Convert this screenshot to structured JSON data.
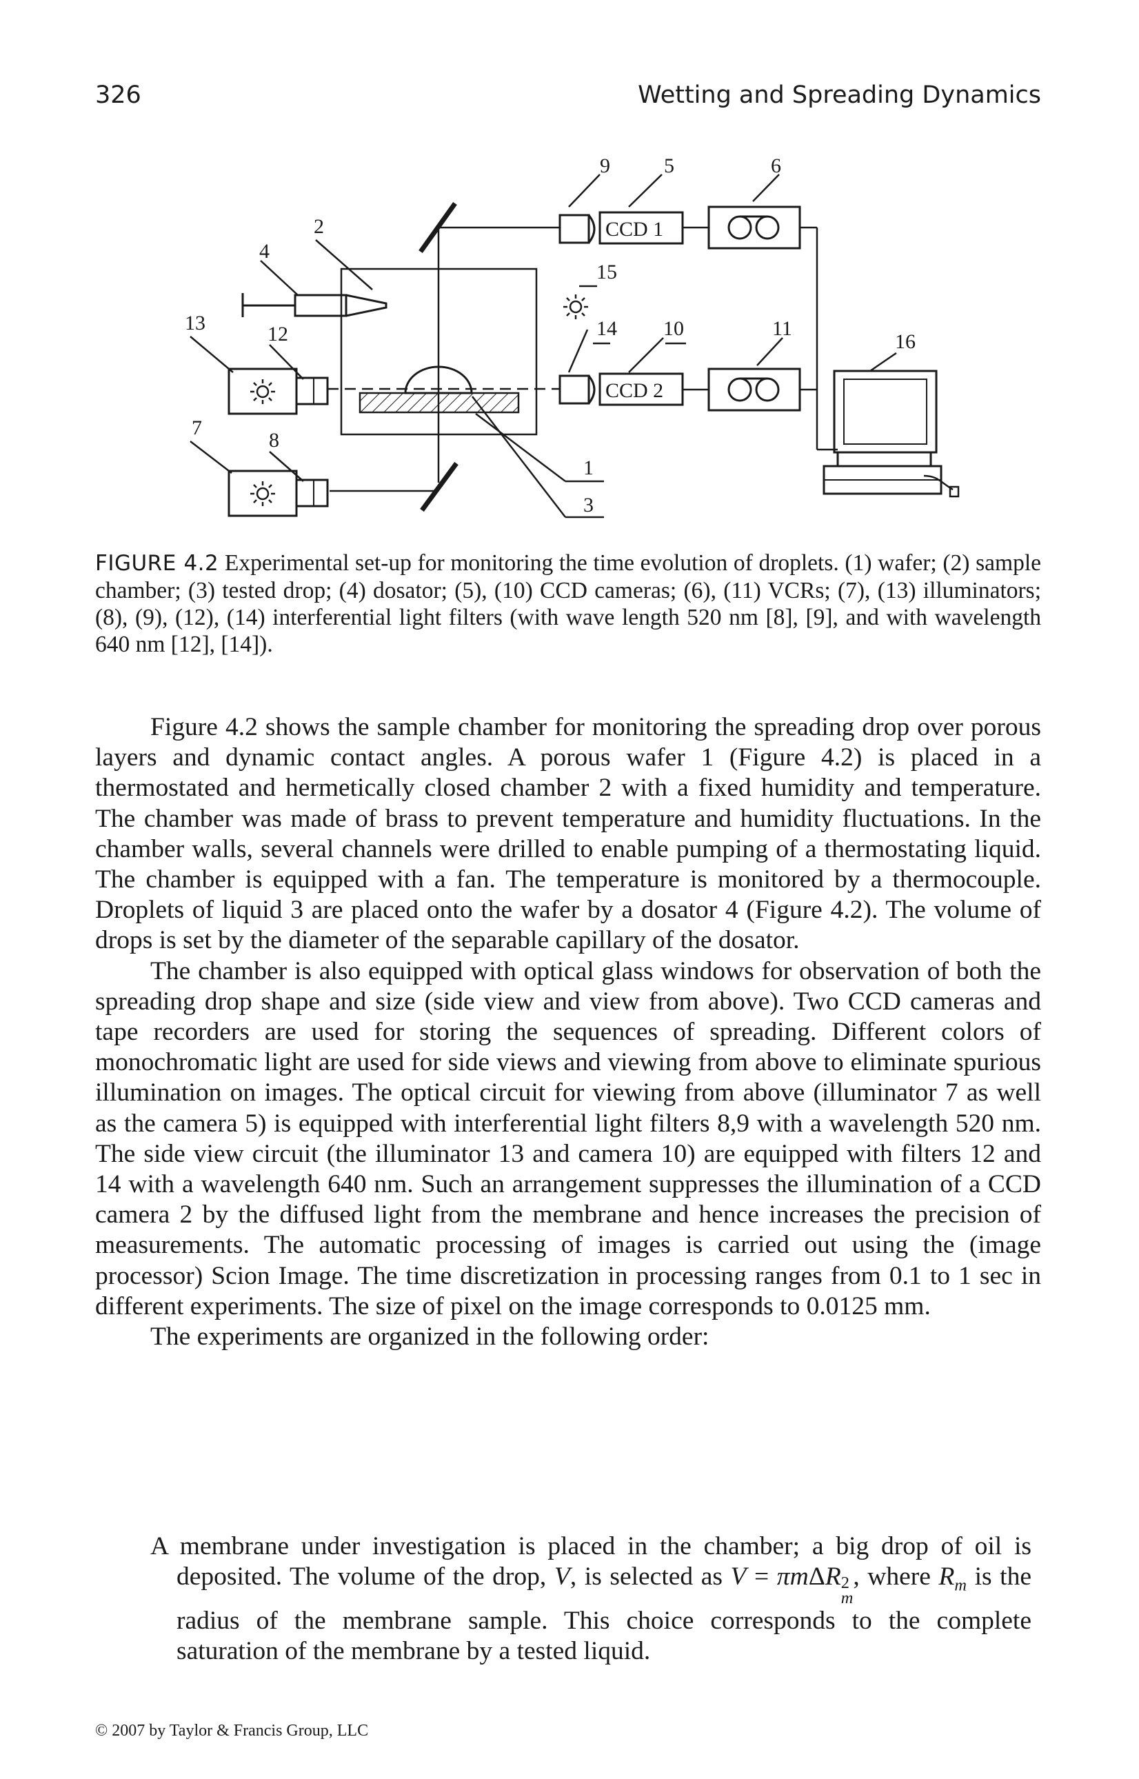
{
  "header": {
    "page_number": "326",
    "running_title": "Wetting and Spreading Dynamics"
  },
  "figure": {
    "labels": {
      "n1": "1",
      "n2": "2",
      "n3": "3",
      "n4": "4",
      "n5": "5",
      "n6": "6",
      "n7": "7",
      "n8": "8",
      "n9": "9",
      "n10": "10",
      "n11": "11",
      "n12": "12",
      "n13": "13",
      "n14": "14",
      "n15": "15",
      "n16": "16"
    },
    "ccd1": "CCD 1",
    "ccd2": "CCD 2",
    "caption_label": "FIGURE 4.2",
    "caption_text": " Experimental set-up for monitoring the time evolution of droplets. (1) wafer; (2) sample chamber; (3) tested drop; (4) dosator; (5), (10) CCD cameras; (6), (11) VCRs; (7), (13) illuminators; (8), (9), (12), (14) interferential light filters (with wave length 520 nm [8], [9], and with wavelength 640 nm [12], [14])."
  },
  "body": {
    "p1": "Figure 4.2 shows the sample chamber for monitoring the spreading drop over porous layers and dynamic contact angles. A porous wafer 1 (Figure 4.2) is placed in a thermostated and hermetically closed chamber 2 with a fixed humidity and temperature. The chamber was made of brass to prevent temperature and humidity fluctuations. In the chamber walls, several channels were drilled to enable pumping of a thermostating liquid. The chamber is equipped with a fan. The temperature is monitored by a thermocouple. Droplets of liquid 3 are placed onto the wafer by a dosator 4 (Figure 4.2). The volume of drops is set by the diameter of the separable capillary of the dosator.",
    "p2": "The chamber is also equipped with optical glass windows for observation of both the spreading drop shape and size (side view and view from above). Two CCD cameras and tape recorders are used for storing the sequences of spreading. Different colors of monochromatic light are used for side views and viewing from above to eliminate spurious illumination on images. The optical circuit for viewing from above (illuminator 7 as well as the camera 5) is equipped with interferential light filters 8,9 with a wavelength 520 nm. The side view circuit (the illuminator 13 and camera 10) are equipped with filters 12 and 14 with a wavelength 640 nm. Such an arrangement suppresses the illumination of a CCD camera 2 by the diffused light from the membrane and hence increases the precision of measurements. The automatic processing of images is carried out using the (image processor) Scion Image. The time discretization in processing ranges from 0.1 to 1 sec in different experiments. The size of pixel on the image corresponds to 0.0125 mm.",
    "p3": "The experiments are organized in the following order:"
  },
  "list_item": {
    "part1": "A membrane under investigation is placed in the chamber; a big drop of oil is deposited. The volume of the drop, ",
    "v_var": "V",
    "part2": ", is selected as ",
    "eq_v": "V",
    "eq_eq": " = ",
    "eq_pi": "π",
    "eq_m": "m",
    "eq_delta": "Δ",
    "eq_r": "R",
    "eq_sup": "2",
    "eq_sub": "m",
    "part3": ", where ",
    "rm_r": "R",
    "rm_sub": "m",
    "part4": " is the radius of the membrane sample. This choice corresponds to the complete saturation of the membrane by a tested liquid."
  },
  "footer": {
    "copyright": "© 2007 by Taylor & Francis Group, LLC"
  }
}
